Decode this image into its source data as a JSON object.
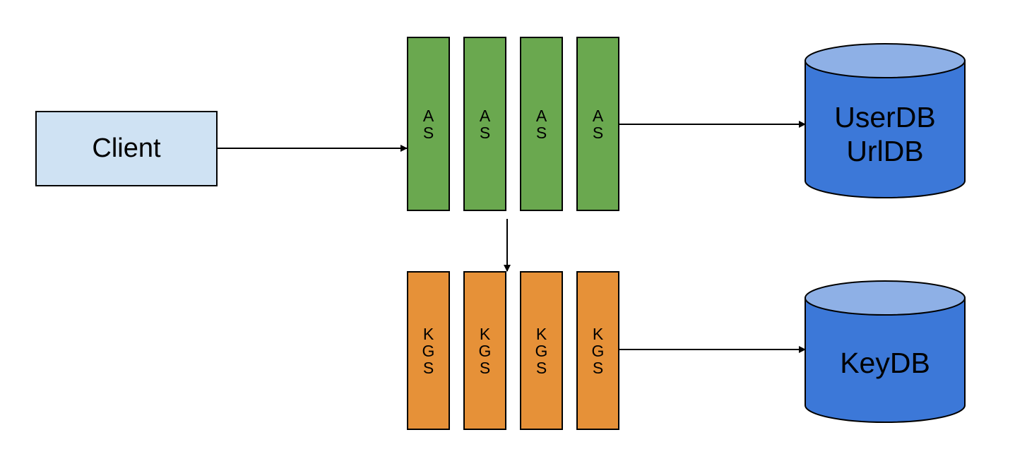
{
  "client": {
    "label": "Client"
  },
  "as_servers": [
    {
      "label": "A\nS"
    },
    {
      "label": "A\nS"
    },
    {
      "label": "A\nS"
    },
    {
      "label": "A\nS"
    }
  ],
  "kgs_servers": [
    {
      "label": "K\nG\nS"
    },
    {
      "label": "K\nG\nS"
    },
    {
      "label": "K\nG\nS"
    },
    {
      "label": "K\nG\nS"
    }
  ],
  "databases": {
    "user_url": {
      "label": "UserDB\nUrlDB"
    },
    "key": {
      "label": "KeyDB"
    }
  },
  "colors": {
    "client_fill": "#cfe2f3",
    "as_fill": "#6aa84f",
    "kgs_fill": "#e69138",
    "db_body": "#3c78d8",
    "db_top": "#8eb0e6"
  }
}
